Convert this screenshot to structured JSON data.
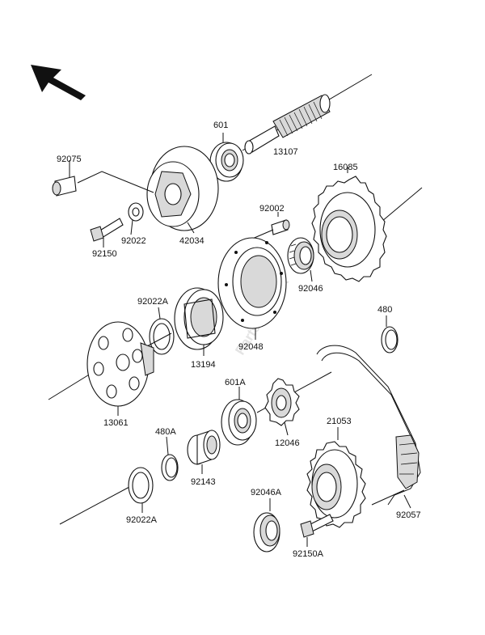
{
  "watermark": "Partsrepublik",
  "direction_arrow": "front-direction-arrow",
  "parts": [
    {
      "id": "601",
      "label": "601"
    },
    {
      "id": "13107",
      "label": "13107"
    },
    {
      "id": "92075",
      "label": "92075"
    },
    {
      "id": "16085",
      "label": "16085"
    },
    {
      "id": "92002",
      "label": "92002"
    },
    {
      "id": "92022",
      "label": "92022"
    },
    {
      "id": "42034",
      "label": "42034"
    },
    {
      "id": "92150",
      "label": "92150"
    },
    {
      "id": "92046",
      "label": "92046"
    },
    {
      "id": "92022A",
      "label": "92022A"
    },
    {
      "id": "480",
      "label": "480"
    },
    {
      "id": "13194",
      "label": "13194"
    },
    {
      "id": "92048",
      "label": "92048"
    },
    {
      "id": "601A",
      "label": "601A"
    },
    {
      "id": "13061",
      "label": "13061"
    },
    {
      "id": "21053",
      "label": "21053"
    },
    {
      "id": "480A",
      "label": "480A"
    },
    {
      "id": "12046",
      "label": "12046"
    },
    {
      "id": "92143",
      "label": "92143"
    },
    {
      "id": "92046A",
      "label": "92046A"
    },
    {
      "id": "92022A_lower",
      "label": "92022A"
    },
    {
      "id": "92057",
      "label": "92057"
    },
    {
      "id": "92150A",
      "label": "92150A"
    }
  ]
}
